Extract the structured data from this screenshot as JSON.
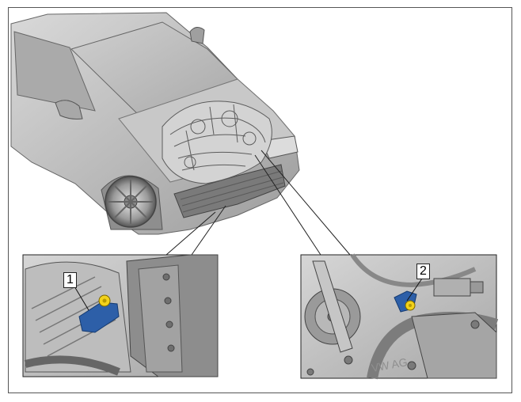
{
  "figure": {
    "callouts": [
      {
        "id": 1,
        "label": "1",
        "part": "sensor-left"
      },
      {
        "id": 2,
        "label": "2",
        "part": "sensor-right"
      }
    ],
    "engraving_text": "VW AG",
    "colors": {
      "car_body": "#bdbdbd",
      "car_dark": "#8a8a8a",
      "sensor_blue": "#2d5fa8",
      "bolt_yellow": "#f2d21b",
      "detail_bg": "#c9c9c9",
      "outline": "#333333"
    }
  }
}
